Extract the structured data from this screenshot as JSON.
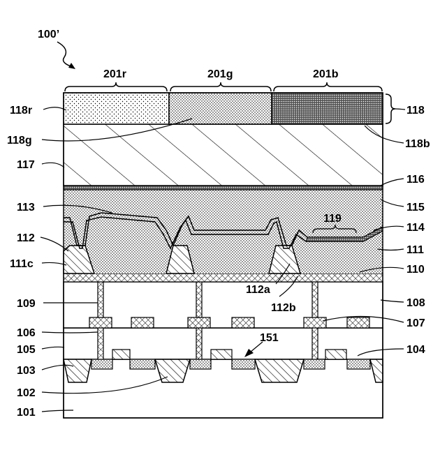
{
  "figure_label": "100’",
  "pixel_labels": {
    "red": "201r",
    "green": "201g",
    "blue": "201b"
  },
  "left_labels": {
    "l118r": "118r",
    "l118g": "118g",
    "l117": "117",
    "l113": "113",
    "l112": "112",
    "l111c": "111c",
    "l109": "109",
    "l106": "106",
    "l105": "105",
    "l103": "103",
    "l102": "102",
    "l101": "101"
  },
  "right_labels": {
    "l118": "118",
    "l118b": "118b",
    "l116": "116",
    "l115": "115",
    "l114": "114",
    "l111": "111",
    "l110": "110",
    "l108": "108",
    "l107": "107",
    "l104": "104"
  },
  "inner_labels": {
    "l119": "119",
    "l112a": "112a",
    "l112b": "112b",
    "l151": "151"
  },
  "colors": {
    "line": "#000000",
    "background": "#ffffff"
  }
}
